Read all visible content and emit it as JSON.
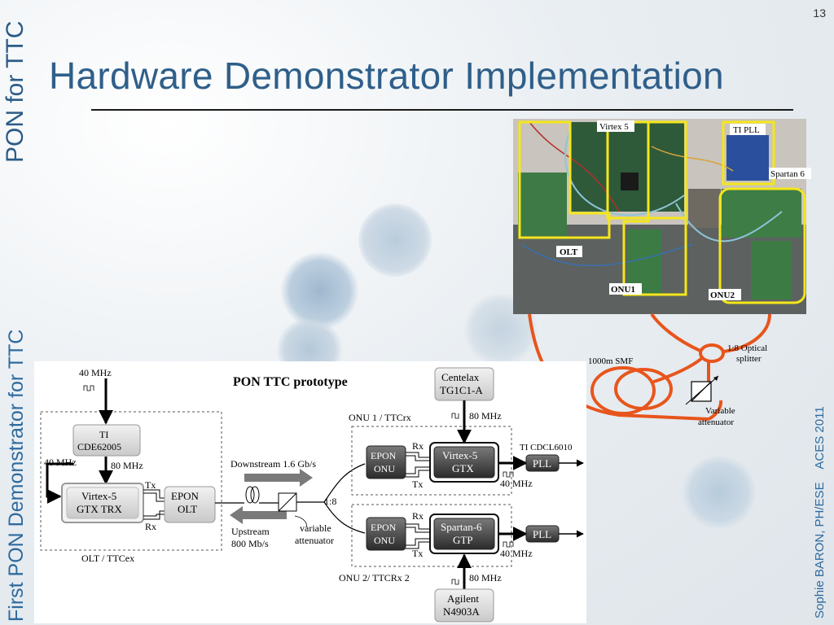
{
  "slide": {
    "title": "Hardware Demonstrator Implementation",
    "page_number": "13",
    "left_header": "PON for TTC",
    "left_footer": "First PON Demonstrator for TTC",
    "right_footer": "Sophie BARON, PH/ESE    ACES 2011"
  },
  "photo": {
    "labels": {
      "virtex5": "Virtex 5",
      "ti_pll": "TI PLL",
      "spartan6": "Spartan 6",
      "olt": "OLT",
      "onu1": "ONU1",
      "onu2": "ONU2"
    },
    "fiber_labels": {
      "smf": "1000m SMF",
      "splitter_line1": "1:8 Optical",
      "splitter_line2": "splitter",
      "attenuator_line1": "Variable",
      "attenuator_line2": "attenuator"
    }
  },
  "diagram": {
    "title": "PON TTC prototype",
    "clock_in": "40 MHz",
    "ti_line1": "TI",
    "ti_line2": "CDE62005",
    "clk_40": "40 MHz",
    "clk_80": "80 MHz",
    "virtex_line1": "Virtex-5",
    "virtex_line2": "GTX TRX",
    "tx": "Tx",
    "rx": "Rx",
    "epon_olt_line1": "EPON",
    "epon_olt_line2": "OLT",
    "olt_group": "OLT / TTCex",
    "downstream": "Downstream 1.6 Gb/s",
    "upstream_line1": "Upstream",
    "upstream_line2": "800 Mb/s",
    "attenuator_line1": "variable",
    "attenuator_line2": "attenuator",
    "split_ratio": "1:8",
    "onu1_group": "ONU 1 / TTCrx",
    "onu2_group": "ONU 2/ TTCRx 2",
    "centelax_line1": "Centelax",
    "centelax_line2": "TG1C1-A",
    "onu1_clk": "80 MHz",
    "onu2_clk": "80 MHz",
    "epon_onu_line1": "EPON",
    "epon_onu_line2": "ONU",
    "onu1_rx": "Rx",
    "onu1_tx": "Tx",
    "onu2_rx": "Rx",
    "onu2_tx": "Tx",
    "v5gtx_line1": "Virtex-5",
    "v5gtx_line2": "GTX",
    "s6gtp_line1": "Spartan-6",
    "s6gtp_line2": "GTP",
    "ti_cdcl": "TI CDCL6010",
    "pll": "PLL",
    "onu1_out_clk": "40 MHz",
    "onu2_out_clk": "40 MHz",
    "agilent_line1": "Agilent",
    "agilent_line2": "N4903A"
  }
}
